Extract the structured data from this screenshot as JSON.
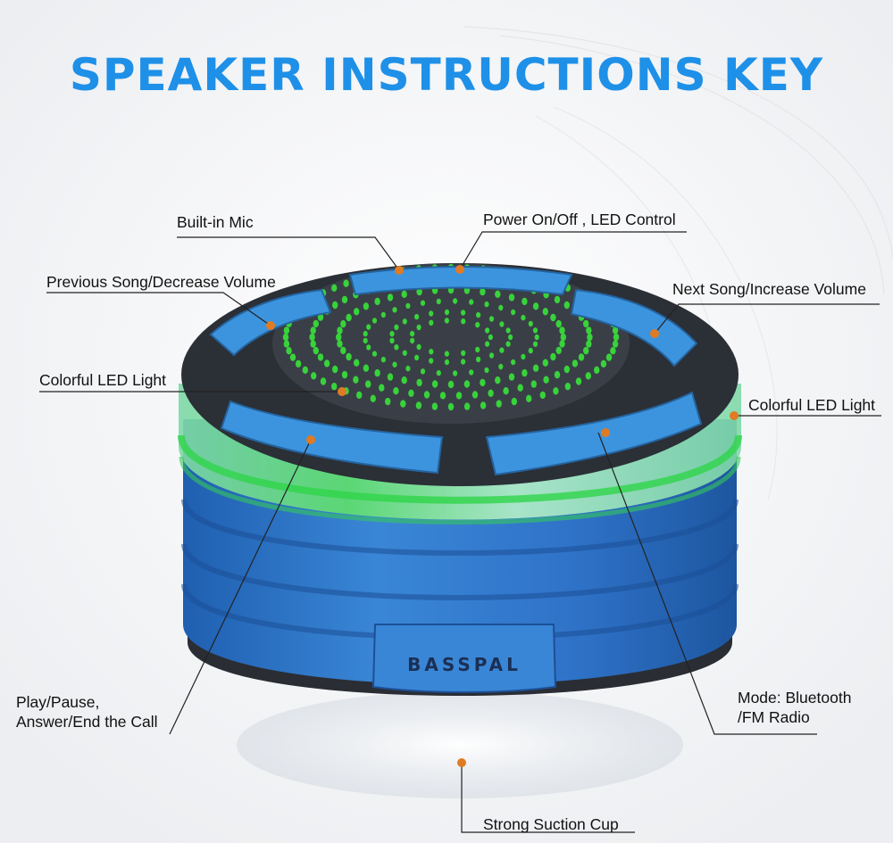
{
  "title": "SPEAKER INSTRUCTIONS KEY",
  "brand": "BASSPAL",
  "colors": {
    "title": "#1e90e8",
    "body_blue": "#2f73c9",
    "button_blue": "#3d94de",
    "top_dark": "#2b2f36",
    "led_green": "#39e23a",
    "callout_dot": "#e07b24"
  },
  "labels": {
    "built_in_mic": "Built-in Mic",
    "power": "Power On/Off , LED Control",
    "previous": "Previous Song/Decrease Volume",
    "next": "Next Song/Increase Volume",
    "led_left": "Colorful LED Light",
    "led_right": "Colorful LED Light",
    "play_pause": "Play/Pause,\nAnswer/End the Call",
    "mode": "Mode: Bluetooth\n/FM Radio",
    "suction": "Strong Suction Cup"
  }
}
